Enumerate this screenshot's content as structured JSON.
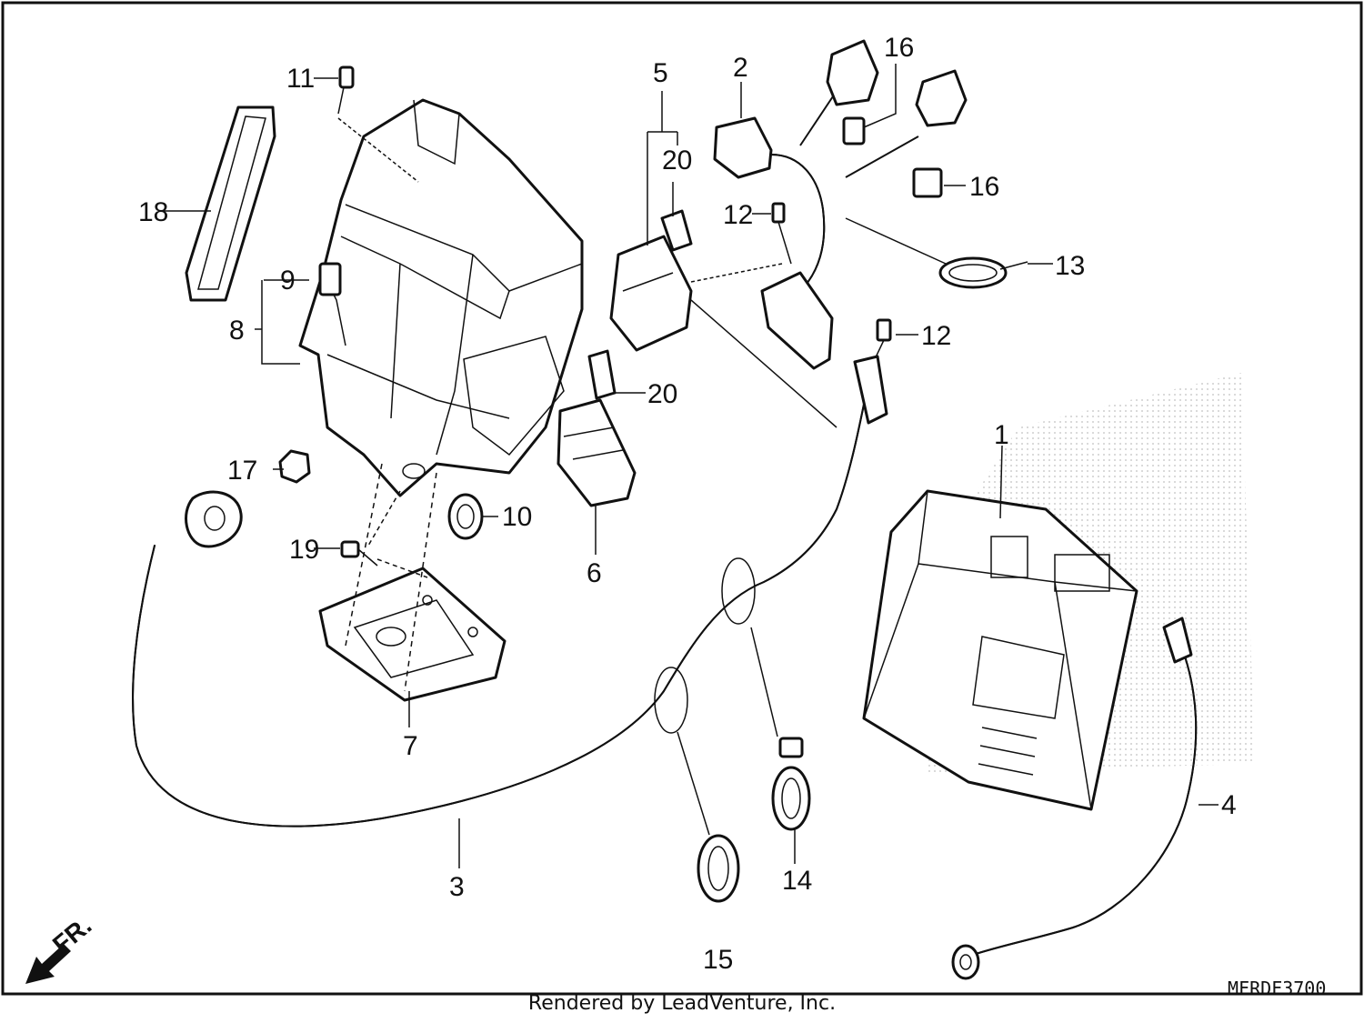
{
  "callouts": {
    "p1": "1",
    "p2": "2",
    "p3": "3",
    "p4": "4",
    "p5": "5",
    "p6": "6",
    "p7": "7",
    "p8": "8",
    "p9": "9",
    "p10": "10",
    "p11": "11",
    "p12a": "12",
    "p12b": "12",
    "p13": "13",
    "p14": "14",
    "p15": "15",
    "p16a": "16",
    "p16b": "16",
    "p17": "17",
    "p18": "18",
    "p19": "19",
    "p20a": "20",
    "p20b": "20"
  },
  "direction_label": "FR.",
  "drawing_code": "MFRDF3700",
  "credit": "Rendered by LeadVenture, Inc.",
  "colors": {
    "line": "#111111",
    "background": "#ffffff",
    "watermark": "#c8c8c8"
  }
}
